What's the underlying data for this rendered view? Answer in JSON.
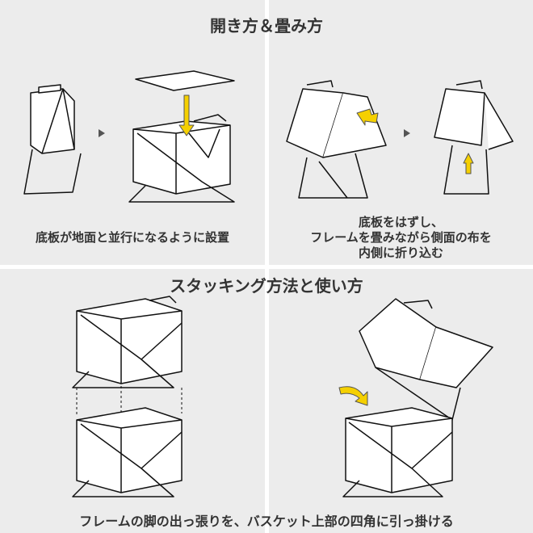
{
  "section1": {
    "title": "開き方＆畳み方",
    "left_caption": "底板が地面と並行になるように設置",
    "right_caption_lines": [
      "底板をはずし、",
      "フレームを畳みながら側面の布を",
      "内側に折り込む"
    ]
  },
  "section2": {
    "title": "スタッキング方法と使い方",
    "caption": "フレームの脚の出っ張りを、バスケット上部の四角に引っ掛ける"
  },
  "colors": {
    "panel": "#ececec",
    "arrow": "#f5d000",
    "step_arrow": "#555555"
  }
}
